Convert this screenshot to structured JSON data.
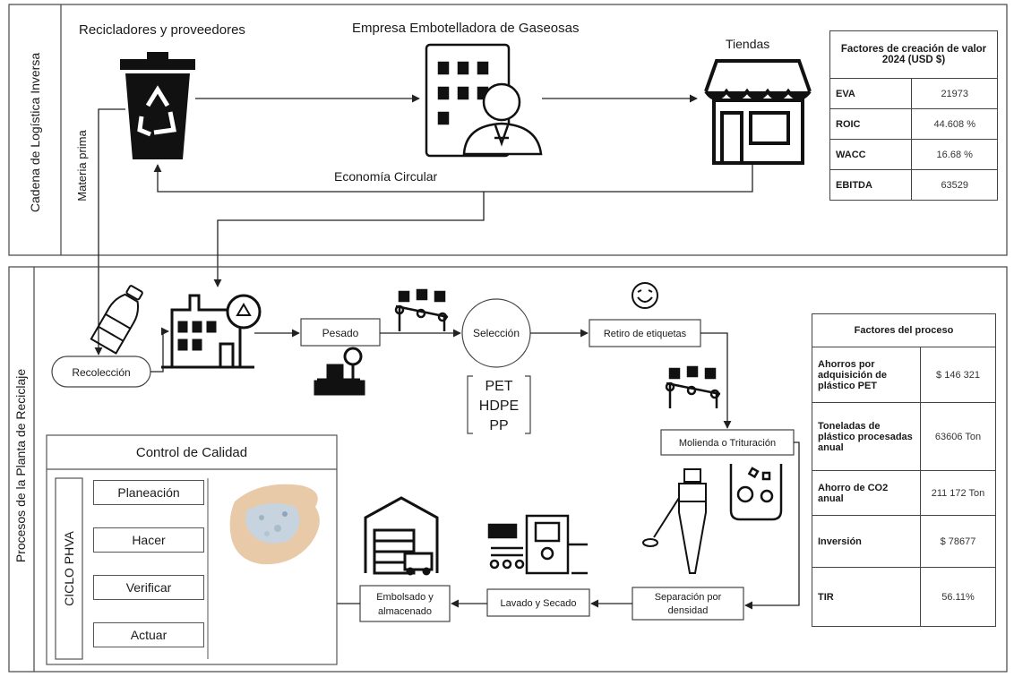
{
  "top_panel": {
    "side_label": "Cadena de Logística Inversa",
    "recyclers_title": "Recicladores y proveedores",
    "company_title": "Empresa Embotelladora de Gaseosas",
    "stores_title": "Tiendas",
    "raw_material_label": "Materia prima",
    "circular_economy_label": "Economía Circular"
  },
  "value_table": {
    "title": "Factores de creación de valor 2024 (USD $)",
    "rows": [
      {
        "key": "EVA",
        "value": "21973"
      },
      {
        "key": "ROIC",
        "value": "44.608 %"
      },
      {
        "key": "WACC",
        "value": "16.68 %"
      },
      {
        "key": "EBITDA",
        "value": "63529"
      }
    ]
  },
  "bottom_panel": {
    "side_label": "Procesos de la Planta de Reciclaje",
    "steps": {
      "collection": "Recolección",
      "weighing": "Pesado",
      "selection": "Selección",
      "label_removal": "Retiro de etiquetas",
      "grinding": "Molienda o Trituración",
      "density_separation": "Separación por densidad",
      "washing_drying": "Lavado y Secado",
      "bagging": "Embolsado y almacenado",
      "flakes": "Escamas de plástico"
    },
    "plastic_types": [
      "PET",
      "HDPE",
      "PP"
    ]
  },
  "quality": {
    "title": "Control de Calidad",
    "cycle_label": "CICLO PHVA",
    "items": [
      "Planeación",
      "Hacer",
      "Verificar",
      "Actuar"
    ]
  },
  "process_table": {
    "title": "Factores del proceso",
    "rows": [
      {
        "key": "Ahorros por adquisición de plástico PET",
        "value": "$ 146 321"
      },
      {
        "key": "Toneladas de plástico procesadas anual",
        "value": "63606 Ton"
      },
      {
        "key": "Ahorro de CO2 anual",
        "value": "211 172 Ton"
      },
      {
        "key": "Inversión",
        "value": "$ 78677"
      },
      {
        "key": "TIR",
        "value": "56.11%"
      }
    ]
  },
  "icons": [
    "trash-recycle-icon",
    "office-building-icon",
    "businessman-icon",
    "store-icon",
    "bottle-icon",
    "factory-recycle-icon",
    "scale-icon",
    "conveyor-icon",
    "smile-icon",
    "grinder-gears-icon",
    "hydrocyclone-icon",
    "washing-machine-icon",
    "warehouse-icon",
    "plastic-flakes-image"
  ]
}
